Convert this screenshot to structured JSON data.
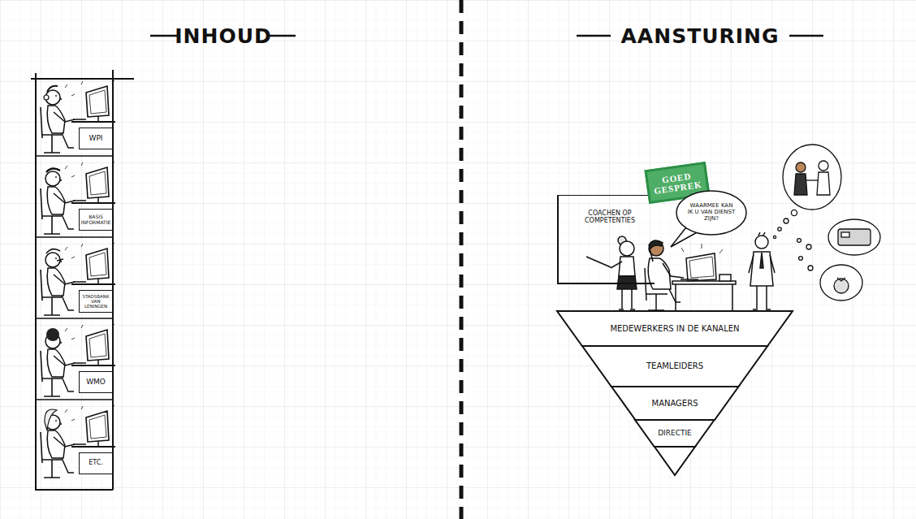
{
  "diagram": {
    "nodes": [
      {
        "text": [
          "WPI"
        ]
      },
      {
        "text": [
          "BASIS INFORMATIE"
        ]
      },
      {
        "text": [
          "STADSBANK VAN LENINGEN"
        ]
      },
      {
        "text": [
          "WMO"
        ]
      },
      {
        "text": [
          "ETC."
        ]
      },
      {
        "text": [
          "COACHEN OP COMPETENTIES"
        ]
      },
      {
        "text": [
          "GOED GESPREK"
        ]
      },
      {
        "text": [
          "WAARMEE KAN IK U VAN DIENST ZIJN?"
        ]
      },
      {
        "text": [
          "MEDEWERKERS IN DE KANALEN"
        ]
      },
      {
        "text": [
          "TEAMLEIDERS"
        ]
      },
      {
        "text": [
          "MANAGERS"
        ]
      },
      {
        "text": [
          "DIRECTIE"
        ]
      }
    ],
    "labels": [
      "INHOUD",
      "AANSTURING"
    ]
  }
}
